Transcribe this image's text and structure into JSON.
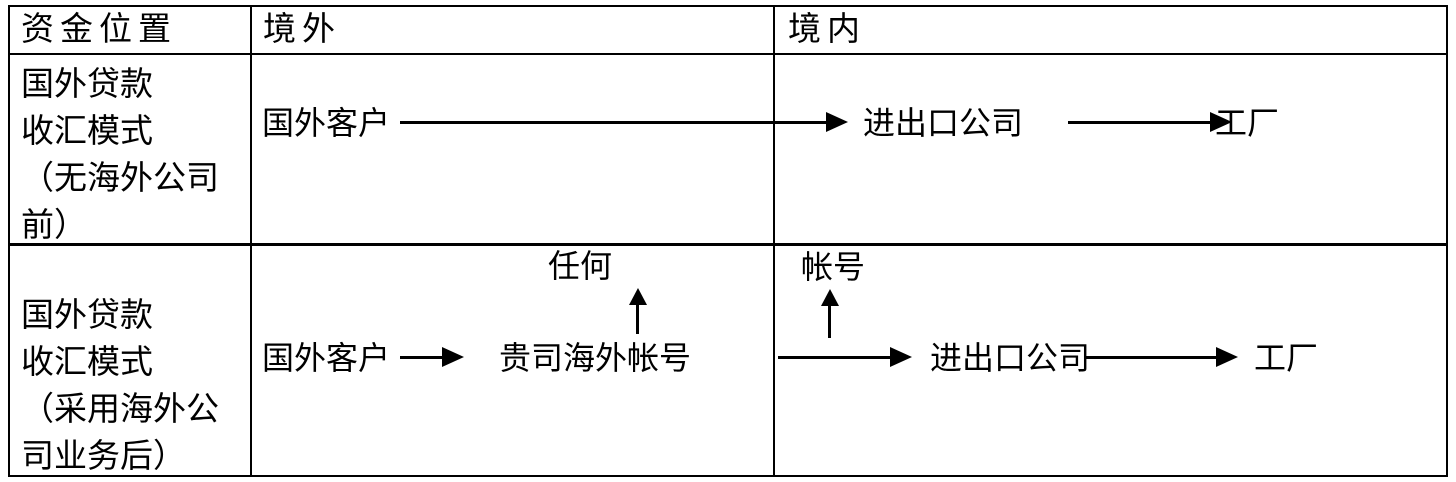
{
  "header": {
    "fund_position": "资金位置",
    "overseas": "境外",
    "domestic": "境内"
  },
  "row1": {
    "label_line1": "国外贷款",
    "label_line2": "收汇模式",
    "label_line3": "（无海外公司",
    "label_line4": "前）",
    "node_foreign_customer": "国外客户",
    "node_import_export_company": "进出口公司",
    "node_factory": "工厂"
  },
  "row2": {
    "label_line1": "国外贷款",
    "label_line2": "收汇模式",
    "label_line3": "（采用海外公",
    "label_line4": "司业务后）",
    "node_foreign_customer": "国外客户",
    "node_overseas_account": "贵司海外帐号",
    "node_import_export_company": "进出口公司",
    "node_factory": "工厂",
    "annotation_any": "任何",
    "annotation_account": "帐号"
  },
  "colors": {
    "line": "#000000",
    "text": "#000000",
    "background": "#ffffff"
  }
}
